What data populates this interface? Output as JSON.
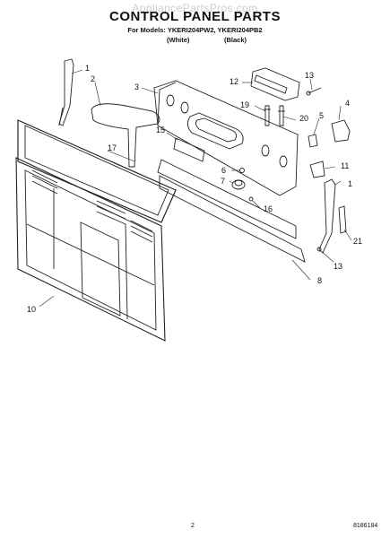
{
  "watermark": "AppliancePartsPros.com",
  "header": {
    "title": "CONTROL PANEL PARTS",
    "models_line": "For Models: YKERI204PW2, YKERI204PB2",
    "color_white": "(White)",
    "color_black": "(Black)"
  },
  "callouts": [
    "1",
    "2",
    "3",
    "4",
    "5",
    "6",
    "7",
    "8",
    "10",
    "11",
    "12",
    "13",
    "15",
    "16",
    "17",
    "19",
    "20",
    "21"
  ],
  "footer": {
    "page": "2",
    "doc_number": "8186184"
  }
}
